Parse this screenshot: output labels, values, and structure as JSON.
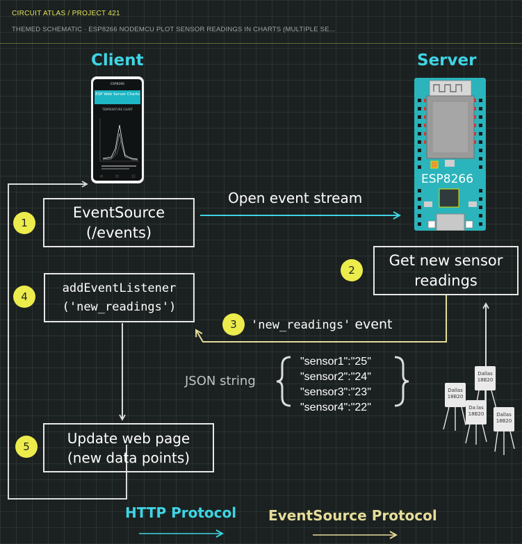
{
  "header": {
    "breadcrumb": "CIRCUIT ATLAS / PROJECT 421",
    "subtitle": "THEMED SCHEMATIC · ESP8266 NODEMCU PLOT SENSOR READINGS IN CHARTS (MULTIPLE SE..."
  },
  "client": {
    "title": "Client",
    "phone": {
      "brand": "ESP8266",
      "banner": "ESP Web Server Charts",
      "chart_title": "TEMPERATURE CHART"
    }
  },
  "server": {
    "title": "Server",
    "board_label": "ESP8266"
  },
  "steps": [
    {
      "number": "1",
      "lines": [
        "EventSource",
        "(/events)"
      ]
    },
    {
      "number": "2",
      "lines": [
        "Get new sensor",
        "readings"
      ]
    },
    {
      "number": "3",
      "label_code": "'new_readings'",
      "label_text": " event"
    },
    {
      "number": "4",
      "lines": [
        "addEventListener",
        "('new_readings')"
      ]
    },
    {
      "number": "5",
      "lines": [
        "Update web page",
        "(new data points)"
      ]
    }
  ],
  "arrows": {
    "open_stream": "Open event stream"
  },
  "json": {
    "label": "JSON string",
    "lines": [
      "\"sensor1\":\"25\"",
      "\"sensor2\":\"24\"",
      "\"sensor3\":\"23\"",
      "\"sensor4\":\"22\""
    ]
  },
  "sensors": {
    "label_line1": "Dallas",
    "label_line2": "18B20"
  },
  "legend": {
    "http": "HTTP Protocol",
    "eventsource": "EventSource Protocol"
  },
  "colors": {
    "http": "#3fd4e4",
    "eventsource": "#e6dd9a",
    "badge": "#ecec4c",
    "board": "#2bb4bb"
  }
}
